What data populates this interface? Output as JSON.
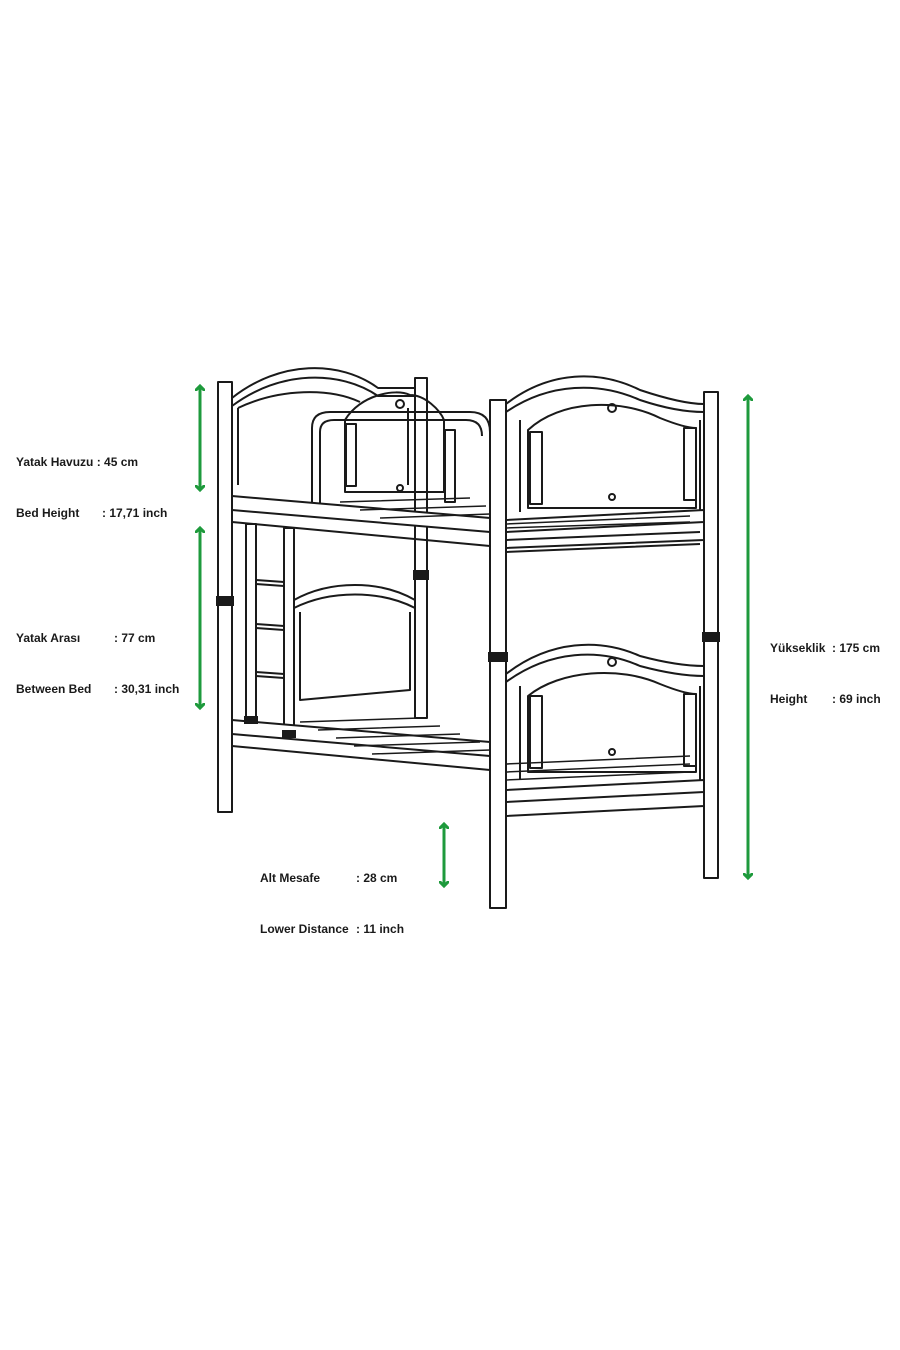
{
  "dimensions": {
    "bed_height": {
      "tr_label": "Yatak Havuzu",
      "tr_value": ": 45 cm",
      "en_label": "Bed Height",
      "en_value": ": 17,71 inch"
    },
    "between_bed": {
      "tr_label": "Yatak Arası",
      "tr_value": ": 77 cm",
      "en_label": "Between Bed",
      "en_value": ": 30,31 inch"
    },
    "total_height": {
      "tr_label": "Yükseklik",
      "tr_value": ": 175 cm",
      "en_label": "Height",
      "en_value": ": 69 inch"
    },
    "lower_distance": {
      "tr_label": "Alt Mesafe",
      "tr_value": ": 28 cm",
      "en_label": "Lower Distance",
      "en_value": ": 11 inch"
    }
  },
  "colors": {
    "arrow": "#1e9a3c",
    "line": "#1a1a1a",
    "background": "#ffffff"
  }
}
